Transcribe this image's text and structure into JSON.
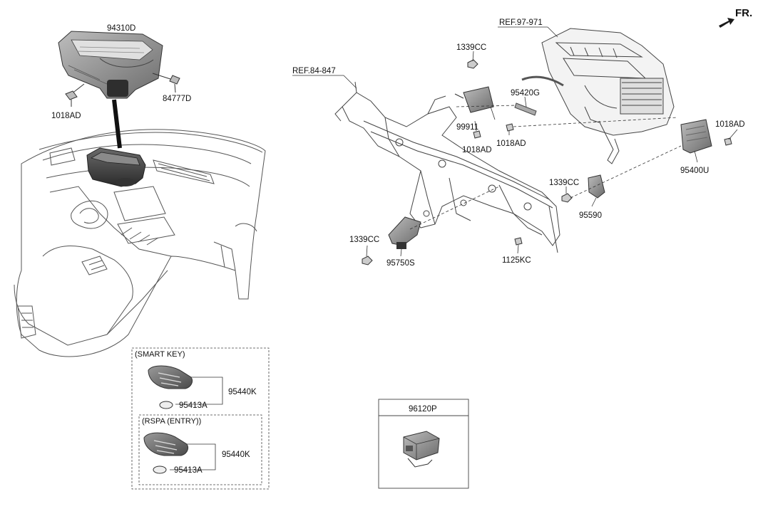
{
  "direction": {
    "label": "FR."
  },
  "references": [
    {
      "id": "ref-hvac",
      "text": "REF.97-971"
    },
    {
      "id": "ref-crash-pad",
      "text": "REF.84-847"
    }
  ],
  "callouts": [
    {
      "id": "p94310D",
      "text": "94310D"
    },
    {
      "id": "p84777D",
      "text": "84777D"
    },
    {
      "id": "p1018AD-a",
      "text": "1018AD"
    },
    {
      "id": "p1339CC-a",
      "text": "1339CC"
    },
    {
      "id": "p95420G",
      "text": "95420G"
    },
    {
      "id": "p99911",
      "text": "99911"
    },
    {
      "id": "p1018AD-b",
      "text": "1018AD"
    },
    {
      "id": "p1018AD-c",
      "text": "1018AD"
    },
    {
      "id": "p1018AD-d",
      "text": "1018AD"
    },
    {
      "id": "p95400U",
      "text": "95400U"
    },
    {
      "id": "p1339CC-b",
      "text": "1339CC"
    },
    {
      "id": "p95590",
      "text": "95590"
    },
    {
      "id": "p1339CC-c",
      "text": "1339CC"
    },
    {
      "id": "p95750S",
      "text": "95750S"
    },
    {
      "id": "p1125KC",
      "text": "1125KC"
    }
  ],
  "smart_key_box": {
    "title": "(SMART KEY)",
    "key_part": "95440K",
    "battery_part": "95413A",
    "sub_box": {
      "title": "RSPA (ENTRY))",
      "key_part": "95440K",
      "battery_part": "95413A"
    }
  },
  "module_box": {
    "part": "96120P"
  },
  "colors": {
    "line": "#333333",
    "part_dark": "#3a3a3a",
    "part_mid": "#8c8c8c",
    "part_light": "#d9d9d9"
  }
}
